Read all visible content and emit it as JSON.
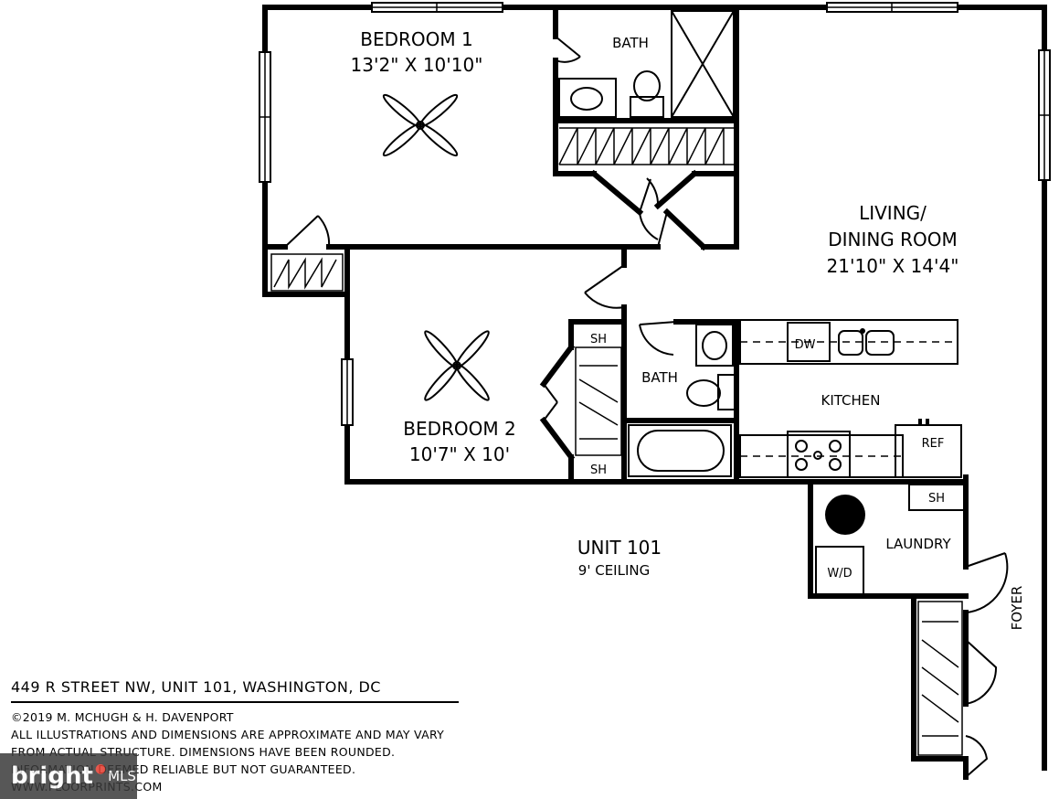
{
  "rooms": {
    "bedroom1": {
      "name": "BEDROOM 1",
      "dims": "13'2\" X 10'10\""
    },
    "bath1": {
      "name": "BATH"
    },
    "living": {
      "name_line1": "LIVING/",
      "name_line2": "DINING ROOM",
      "dims": "21'10\" X 14'4\""
    },
    "bedroom2": {
      "name": "BEDROOM 2",
      "dims": "10'7\" X 10'"
    },
    "bath2": {
      "name": "BATH"
    },
    "kitchen": {
      "name": "KITCHEN"
    },
    "laundry": {
      "name": "LAUNDRY"
    },
    "foyer": {
      "name": "FOYER"
    }
  },
  "fixtures": {
    "dw": "DW",
    "ref": "REF",
    "sh_top": "SH",
    "sh_bottom": "SH",
    "sh_laundry": "SH",
    "wd": "W/D"
  },
  "unit": {
    "name": "UNIT 101",
    "ceiling": "9' CEILING"
  },
  "caption": {
    "address": "449 R STREET NW, UNIT 101, WASHINGTON, DC",
    "lines": [
      "©2019 M. MCHUGH & H. DAVENPORT",
      "ALL ILLUSTRATIONS AND DIMENSIONS ARE APPROXIMATE AND MAY VARY",
      "FROM ACTUAL STRUCTURE. DIMENSIONS HAVE BEEN ROUNDED.",
      "INFORMATION DEEMED RELIABLE BUT NOT GUARANTEED.",
      "WWW.FLOORPRINTS.COM"
    ]
  },
  "watermark": {
    "brand": "bright",
    "suffix": "MLS"
  }
}
